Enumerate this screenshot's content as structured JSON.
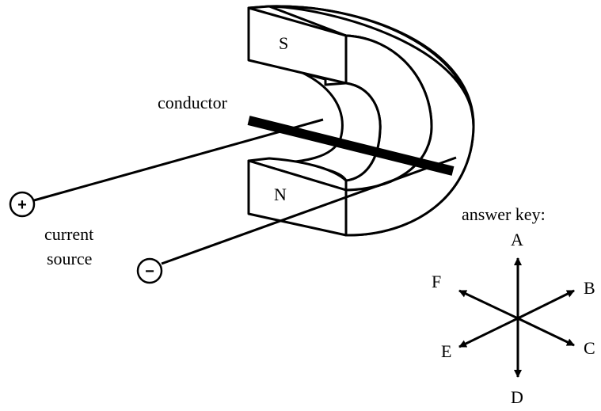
{
  "labels": {
    "conductor": "conductor",
    "current_source_line1": "current",
    "current_source_line2": "source",
    "answer_key": "answer key:"
  },
  "magnet": {
    "south_pole": "S",
    "north_pole": "N"
  },
  "terminals": {
    "positive": "+",
    "negative": "−"
  },
  "answer_key_directions": {
    "a": "A",
    "b": "B",
    "c": "C",
    "d": "D",
    "e": "E",
    "f": "F"
  },
  "colors": {
    "ink": "#000000",
    "background": "#ffffff"
  }
}
